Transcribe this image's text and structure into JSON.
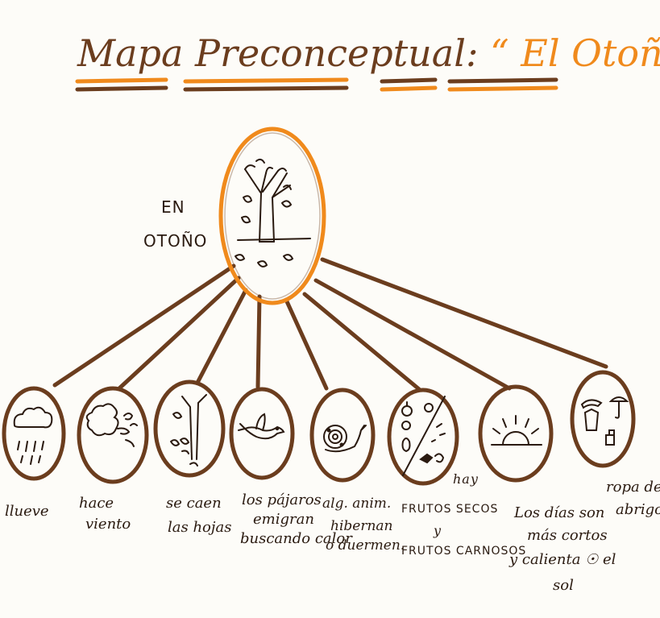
{
  "title": {
    "prefix": "Mapa Preconceptual:",
    "open_quote": "“",
    "highlight": "El Otoño",
    "close_quote": "”"
  },
  "center": {
    "label_line1": "EN",
    "label_line2": "OTOÑO",
    "icon": "tree-with-falling-leaves-icon"
  },
  "nodes": [
    {
      "icon": "rain-cloud-icon",
      "lines": [
        "llueve"
      ]
    },
    {
      "icon": "wind-face-icon",
      "lines": [
        "hace",
        "viento"
      ]
    },
    {
      "icon": "falling-leaves-tree-icon",
      "lines": [
        "se caen",
        "las hojas"
      ]
    },
    {
      "icon": "bird-icon",
      "lines": [
        "los pájaros",
        "emigran",
        "buscando calor"
      ]
    },
    {
      "icon": "snail-icon",
      "lines": [
        "alg. anim.",
        "hibernan",
        "o duermen."
      ]
    },
    {
      "icon": "fruits-icon",
      "lines": [
        "hay",
        "FRUTOS SECOS",
        "y",
        "FRUTOS CARNOSOS"
      ]
    },
    {
      "icon": "sunset-icon",
      "lines": [
        "Los días son",
        "más cortos",
        "y calienta ☉ el",
        "sol"
      ]
    },
    {
      "icon": "warm-clothes-icon",
      "lines": [
        "ropa de",
        "abrigo"
      ]
    }
  ],
  "colors": {
    "brown": "#6b3d1e",
    "orange": "#f08a1c",
    "ink": "#2a1a10",
    "paper": "#fdfcf8"
  }
}
